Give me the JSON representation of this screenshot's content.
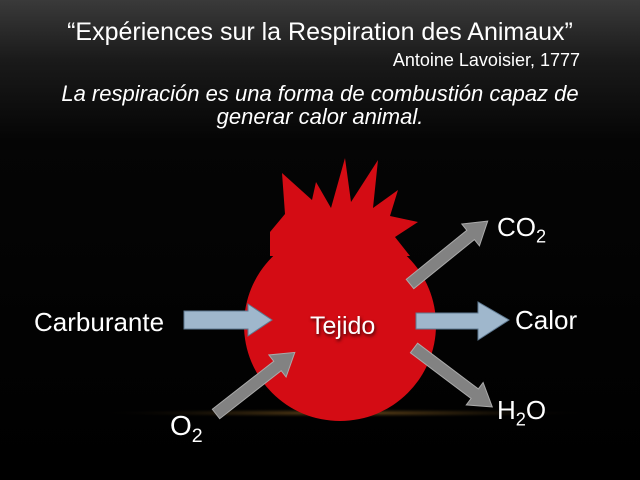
{
  "title": "“Expériences sur la Respiration des Animaux”",
  "author": "Antoine Lavoisier, 1777",
  "subtitle": {
    "line1": "La respiración es una forma de combustión capaz de",
    "line2": "generar calor animal."
  },
  "labels": {
    "fuel": "Carburante",
    "tissue": "Tejido",
    "heat": "Calor",
    "co2": {
      "base": "CO",
      "sub": "2"
    },
    "h2o": {
      "base": "H",
      "sub": "2",
      "rest": "O"
    },
    "o2": {
      "base": "O",
      "sub": "2"
    }
  },
  "colors": {
    "tissue_fill": "#d40c14",
    "fuel_arrow": "#9fb7cc",
    "gas_arrow": "#828282",
    "text": "#ffffff",
    "background": "#000000"
  },
  "icons": [
    "tissue-flame-shape",
    "arrow-right",
    "arrow-diagonal"
  ]
}
